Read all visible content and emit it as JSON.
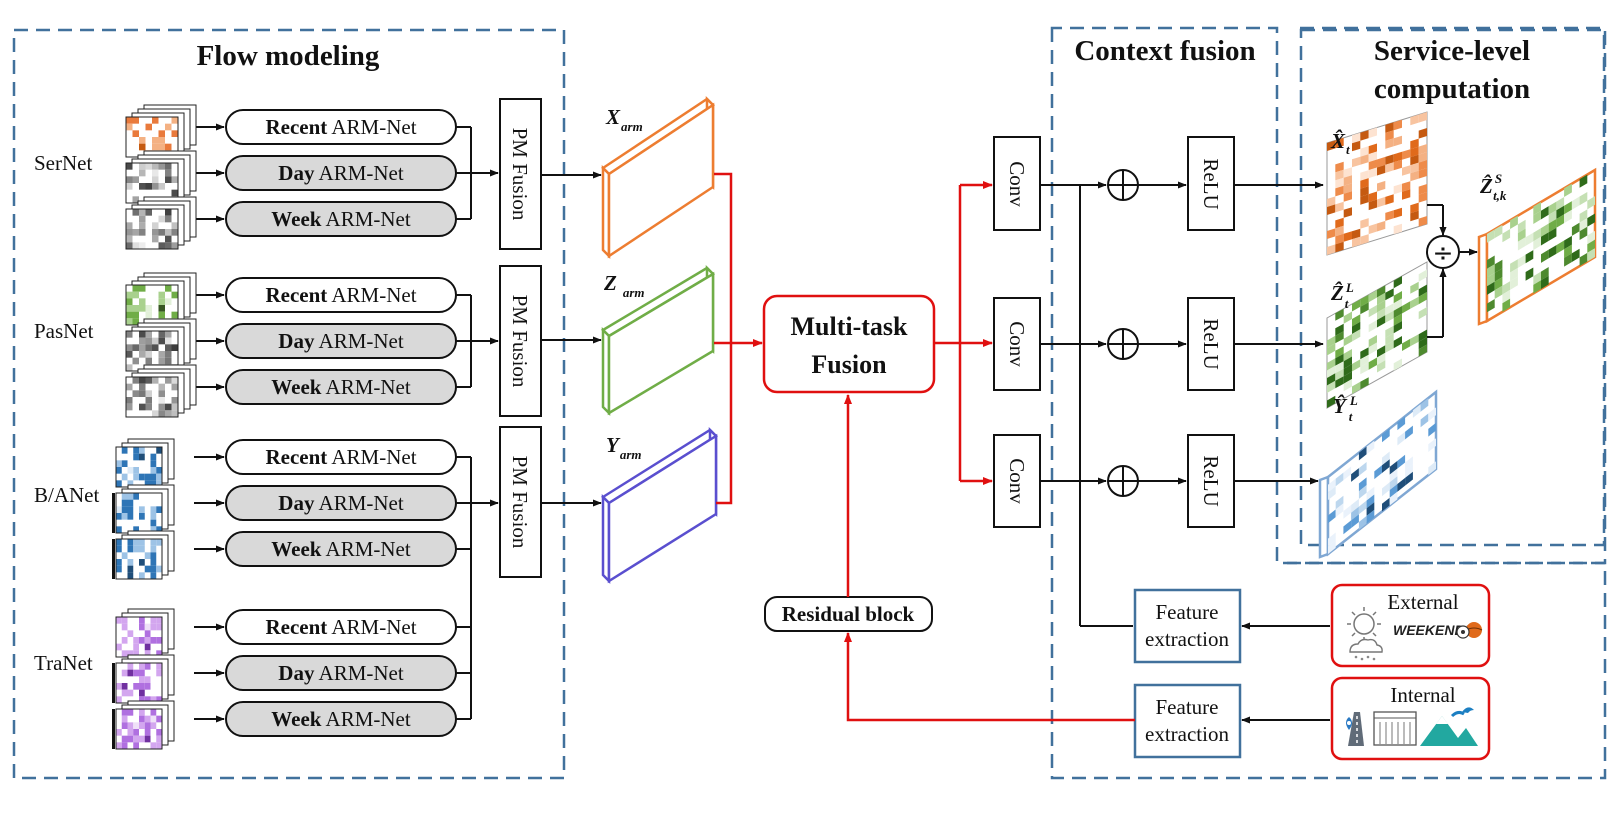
{
  "sections": {
    "flow_modeling": "Flow modeling",
    "context_fusion": "Context fusion",
    "service_level_line1": "Service-level",
    "service_level_line2": "computation"
  },
  "networks": [
    {
      "name": "SerNet",
      "arm": [
        [
          "Recent",
          " ARM-Net"
        ],
        [
          "Day",
          " ARM-Net"
        ],
        [
          "Week",
          " ARM-Net"
        ]
      ]
    },
    {
      "name": "PasNet",
      "arm": [
        [
          "Recent",
          " ARM-Net"
        ],
        [
          "Day",
          " ARM-Net"
        ],
        [
          "Week",
          " ARM-Net"
        ]
      ]
    },
    {
      "name": "B/ANet",
      "arm": [
        [
          "Recent",
          " ARM-Net"
        ],
        [
          "Day",
          " ARM-Net"
        ],
        [
          "Week",
          " ARM-Net"
        ]
      ]
    },
    {
      "name": "TraNet",
      "arm": [
        [
          "Recent",
          " ARM-Net"
        ],
        [
          "Day",
          " ARM-Net"
        ],
        [
          "Week",
          " ARM-Net"
        ]
      ]
    }
  ],
  "pm_fusion": "PM Fusion",
  "tensors": {
    "x_main": "X",
    "x_sub": "arm",
    "z_main": "Z",
    "z_sub": "arm",
    "y_main": "Y",
    "y_sub": "arm"
  },
  "multi_task_line1": "Multi-task",
  "multi_task_line2": "Fusion",
  "residual_block": "Residual block",
  "conv": "Conv",
  "relu": "ReLU",
  "outputs": {
    "x_hat": "X̂",
    "x_hat_sub": "t",
    "z_hat": "Ẑ",
    "z_hat_sub": "t",
    "z_hat_sup": "L",
    "y_hat": "Ŷ",
    "y_hat_sub": "t",
    "y_hat_sup": "L",
    "zs_hat": "Ẑ",
    "zs_hat_sub": "t,k",
    "zs_hat_sup": "S",
    "divide": "÷"
  },
  "feature_extraction_line1": "Feature",
  "feature_extraction_line2": "extraction",
  "external": "External",
  "weekend_logo": "WEEKEND!",
  "internal": "Internal",
  "colors": {
    "dash_box": "#41719C",
    "red": "#E01010",
    "orange": "#ED7D31",
    "green": "#70AD47",
    "purple": "#5A4FCF",
    "blue": "#7FA7D3",
    "arm_fill": "#D9D9D9"
  }
}
